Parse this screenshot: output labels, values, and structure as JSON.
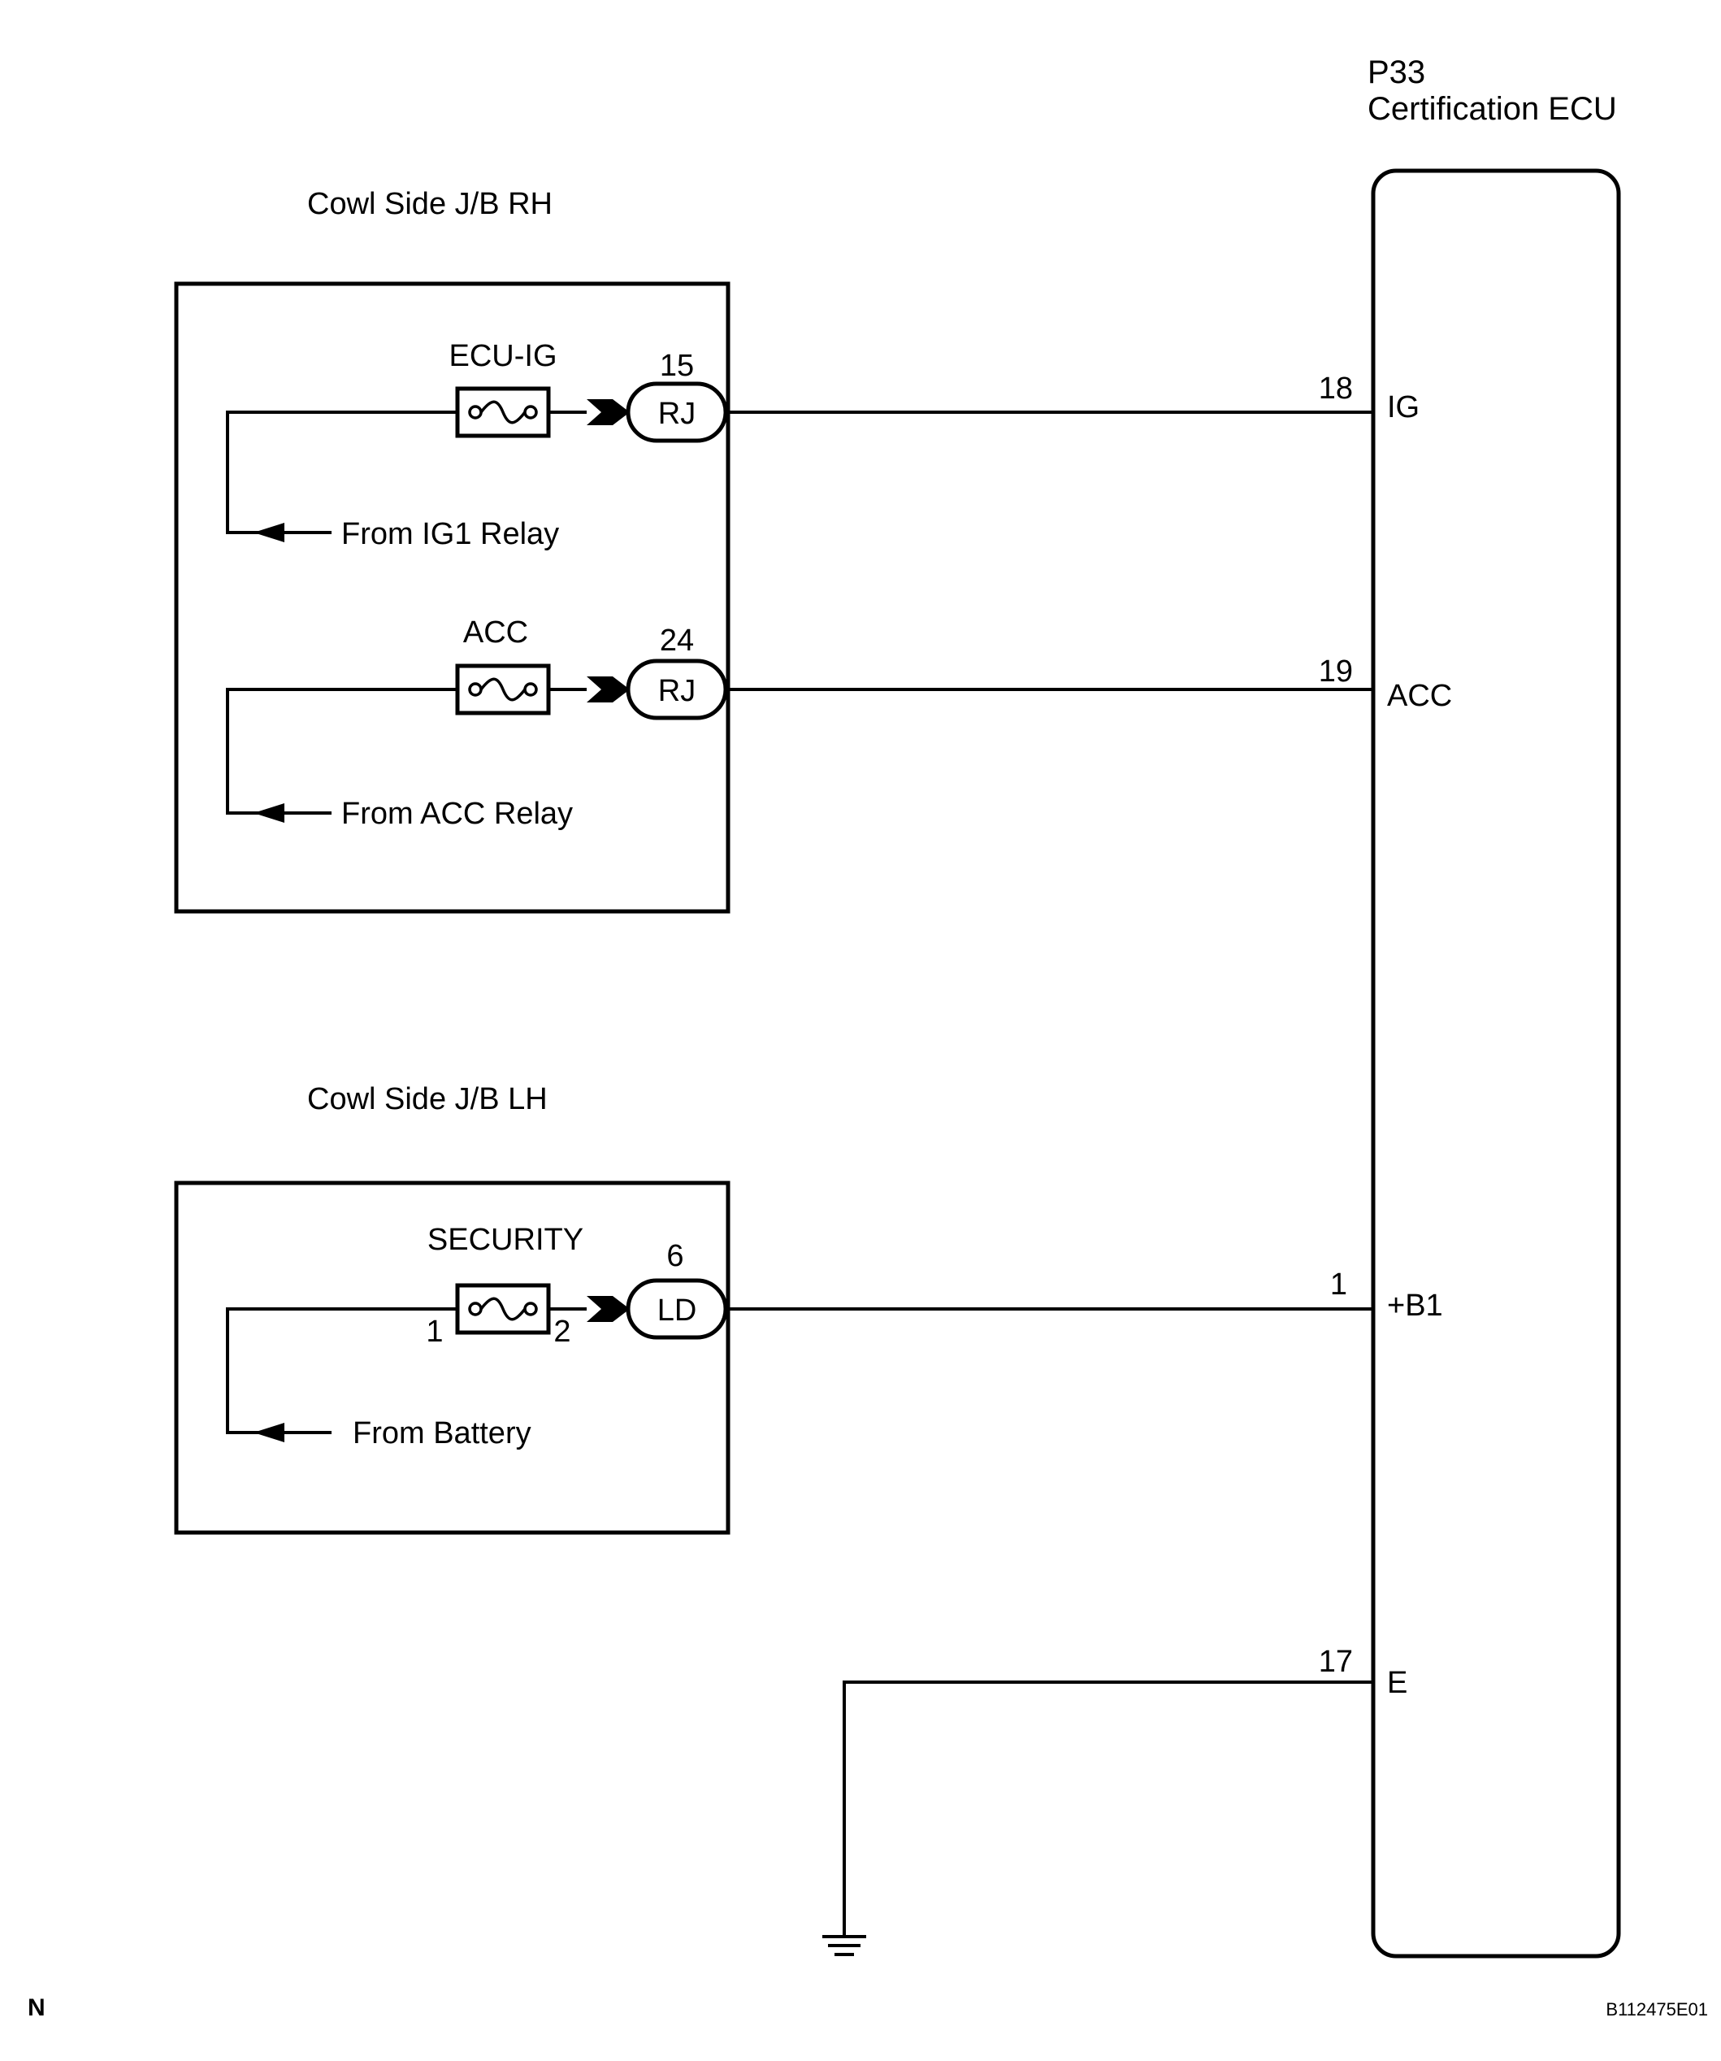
{
  "ecu": {
    "code": "P33",
    "name": "Certification ECU"
  },
  "junction_blocks": [
    {
      "title": "Cowl Side J/B RH"
    },
    {
      "title": "Cowl Side J/B LH"
    }
  ],
  "circuits": [
    {
      "fuse": "ECU-IG",
      "connector_pin": "15",
      "connector": "RJ",
      "source": "From IG1 Relay",
      "ecu_pin": "18",
      "ecu_terminal": "IG",
      "fuse_pins": [
        "",
        ""
      ]
    },
    {
      "fuse": "ACC",
      "connector_pin": "24",
      "connector": "RJ",
      "source": "From ACC Relay",
      "ecu_pin": "19",
      "ecu_terminal": "ACC",
      "fuse_pins": [
        "",
        ""
      ]
    },
    {
      "fuse": "SECURITY",
      "connector_pin": "6",
      "connector": "LD",
      "source": "From Battery",
      "ecu_pin": "1",
      "ecu_terminal": "+B1",
      "fuse_pins": [
        "1",
        "2"
      ]
    }
  ],
  "ground": {
    "ecu_pin": "17",
    "ecu_terminal": "E"
  },
  "footer": {
    "region_code": "N",
    "figure_id": "B112475E01"
  }
}
